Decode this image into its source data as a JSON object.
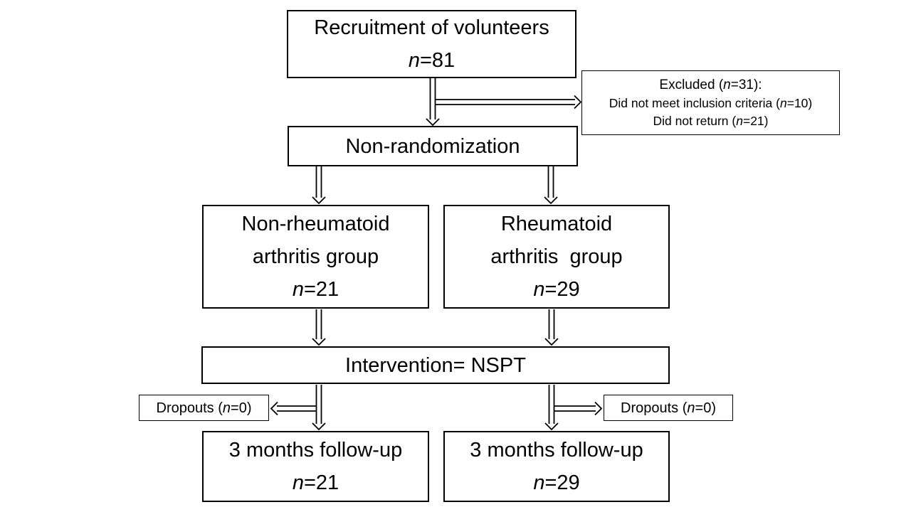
{
  "colors": {
    "background": "#ffffff",
    "line": "#000000",
    "text": "#000000"
  },
  "boxes": {
    "recruitment": {
      "line1": "Recruitment of volunteers",
      "count": [
        {
          "t": "n",
          "i": true
        },
        {
          "t": "=81"
        }
      ]
    },
    "excluded": {
      "line1": [
        {
          "t": "Excluded ("
        },
        {
          "t": "n",
          "i": true
        },
        {
          "t": "=31):"
        }
      ],
      "line2": [
        {
          "t": "Did not meet inclusion criteria ("
        },
        {
          "t": "n",
          "i": true
        },
        {
          "t": "=10)"
        }
      ],
      "line3": [
        {
          "t": "Did not return ("
        },
        {
          "t": "n",
          "i": true
        },
        {
          "t": "=21)"
        }
      ]
    },
    "non_randomization": {
      "line1": "Non-randomization"
    },
    "group_left": {
      "line1": "Non-rheumatoid",
      "line2": "arthritis group",
      "count": [
        {
          "t": "n",
          "i": true
        },
        {
          "t": "=21"
        }
      ]
    },
    "group_right": {
      "line1": "Rheumatoid",
      "line2": "arthritis  group",
      "count": [
        {
          "t": "n",
          "i": true
        },
        {
          "t": "=29"
        }
      ]
    },
    "intervention": {
      "line1": "Intervention= NSPT"
    },
    "dropouts_left": {
      "line1": [
        {
          "t": "Dropouts ("
        },
        {
          "t": "n",
          "i": true
        },
        {
          "t": "=0)"
        }
      ]
    },
    "dropouts_right": {
      "line1": [
        {
          "t": "Dropouts ("
        },
        {
          "t": "n",
          "i": true
        },
        {
          "t": "=0)"
        }
      ]
    },
    "followup_left": {
      "line1": "3 months follow-up",
      "count": [
        {
          "t": "n",
          "i": true
        },
        {
          "t": "=21"
        }
      ]
    },
    "followup_right": {
      "line1": "3 months follow-up",
      "count": [
        {
          "t": "n",
          "i": true
        },
        {
          "t": "=29"
        }
      ]
    }
  }
}
